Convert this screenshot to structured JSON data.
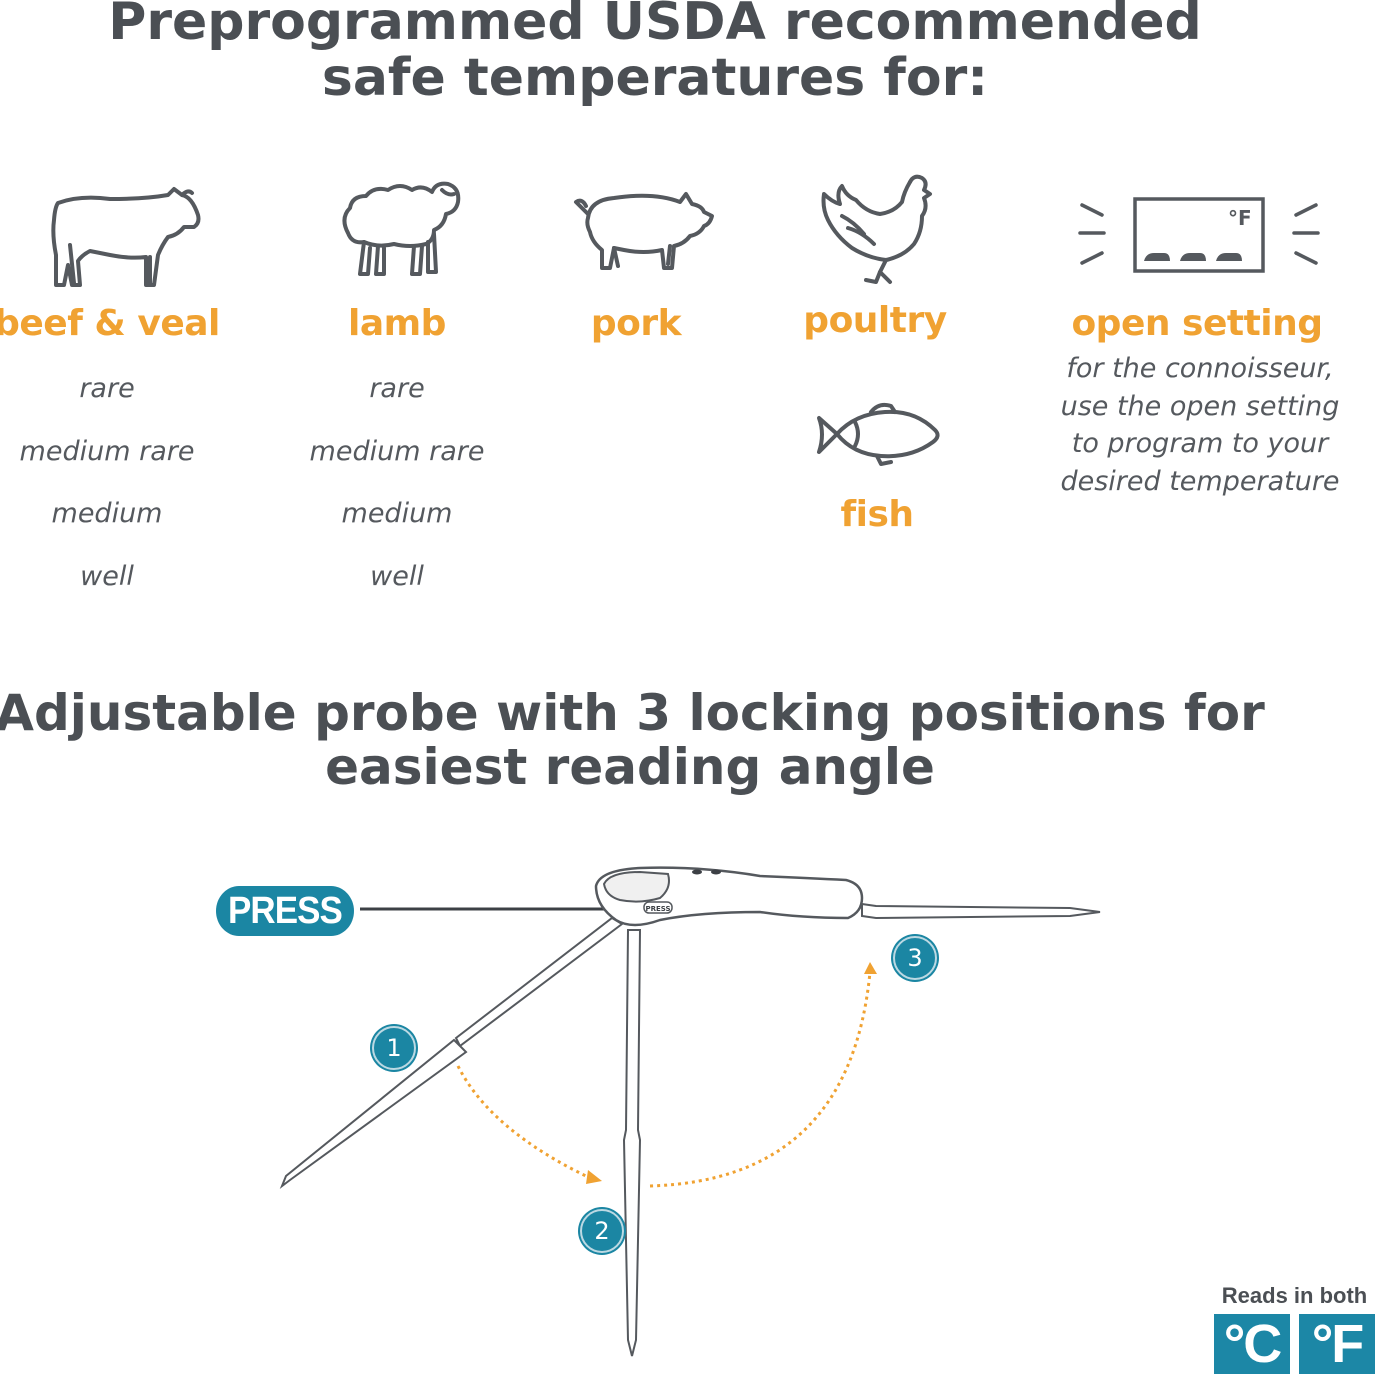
{
  "top_heading": {
    "line1": "Preprogrammed USDA recommended",
    "line2": "safe temperatures for:"
  },
  "categories": [
    {
      "label": "beef & veal",
      "icon": "cow-icon",
      "levels": [
        "rare",
        "medium rare",
        "medium",
        "well"
      ]
    },
    {
      "label": "lamb",
      "icon": "sheep-icon",
      "levels": [
        "rare",
        "medium rare",
        "medium",
        "well"
      ]
    },
    {
      "label": "pork",
      "icon": "pig-icon"
    },
    {
      "label": "poultry",
      "icon": "chicken-icon"
    },
    {
      "label": "fish",
      "icon": "fish-icon"
    },
    {
      "label": "open setting",
      "icon": "thermometer-display-icon",
      "description": [
        "for the connoisseur,",
        "use the open setting",
        "to program to your",
        "desired temperature"
      ],
      "display_unit": "°F"
    }
  ],
  "bottom_heading": {
    "line1": "Adjustable probe with 3 locking positions for",
    "line2": "easiest reading angle"
  },
  "probe_diagram": {
    "press_label": "PRESS",
    "button_text": "PRESS",
    "positions": [
      "1",
      "2",
      "3"
    ]
  },
  "units_badge": {
    "label": "Reads in both",
    "celsius": "°C",
    "fahrenheit": "°F"
  },
  "colors": {
    "accent_orange": "#f0a232",
    "teal": "#1b86a3",
    "text_gray": "#4b4f54"
  }
}
